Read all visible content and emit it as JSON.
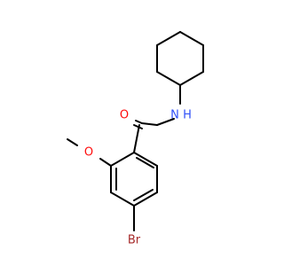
{
  "molecule": {
    "atoms": {
      "oxygen_carbonyl": {
        "label": "O"
      },
      "nitrogen_amide": {
        "label": "N",
        "hydrogen": "H"
      },
      "oxygen_methoxy": {
        "label": "O"
      },
      "bromine": {
        "label": "Br"
      }
    },
    "colors": {
      "bond": "#000000",
      "oxygen": "#ff0d0d",
      "nitrogen": "#3050f8",
      "bromine": "#a62929"
    }
  }
}
